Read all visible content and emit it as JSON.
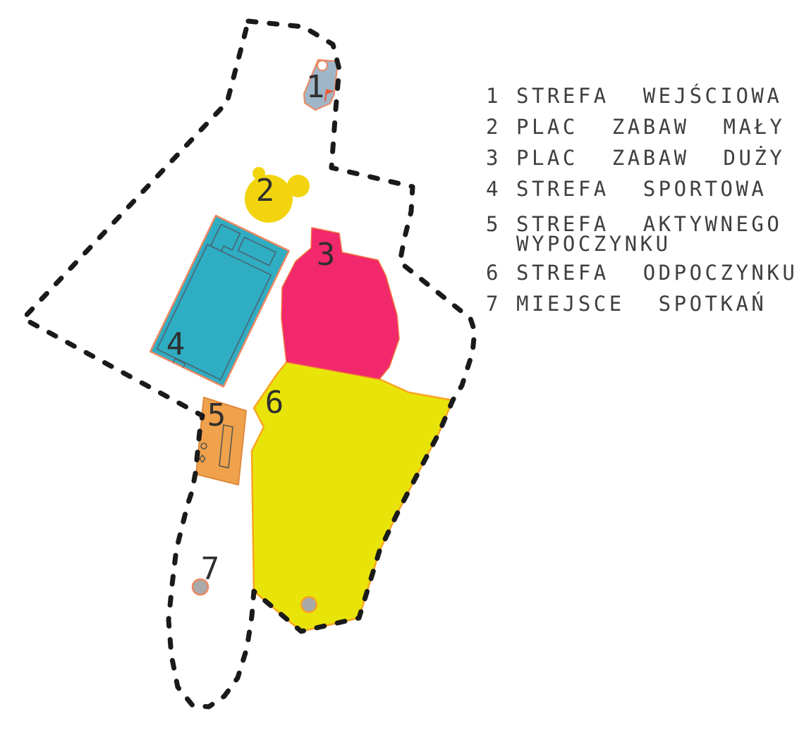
{
  "legend": {
    "text_color": "#3f3f3f",
    "items": [
      {
        "number": "1",
        "label": "STREFA WEJŚCIOWA"
      },
      {
        "number": "2",
        "label": "PLAC ZABAW MAŁY"
      },
      {
        "number": "3",
        "label": "PLAC ZABAW DUŻY"
      },
      {
        "number": "4",
        "label": "STREFA SPORTOWA"
      },
      {
        "number": "5",
        "label": "STREFA AKTYWNEGO",
        "label_line2": "WYPOCZYNKU"
      },
      {
        "number": "6",
        "label": "STREFA ODPOCZYNKU"
      },
      {
        "number": "7",
        "label": "MIEJSCE SPOTKAŃ"
      }
    ]
  },
  "map": {
    "boundary_color": "#1a1a1a",
    "number_color": "#2f2f2f",
    "zones": [
      {
        "number": "1",
        "name": "STREFA WEJŚCIOWA",
        "color": "#9fb6c9",
        "outline": "#ee8660"
      },
      {
        "number": "2",
        "name": "PLAC ZABAW MAŁY",
        "color": "#f2d40e",
        "outline": "#f2d40e"
      },
      {
        "number": "3",
        "name": "PLAC ZABAW DUŻY",
        "color": "#f1286c",
        "outline": "#f4713f"
      },
      {
        "number": "4",
        "name": "STREFA SPORTOWA",
        "color": "#2fadc2",
        "outline": "#ee8660",
        "detail_color": "#4a6474"
      },
      {
        "number": "5",
        "name": "STREFA AKTYWNEGO WYPOCZYNKU",
        "color": "#f0a14c",
        "outline": "#dd8a3f",
        "detail_color": "#5a584c"
      },
      {
        "number": "6",
        "name": "STREFA ODPOCZYNKU",
        "color": "#e8e40a",
        "outline": "#f9a51f"
      },
      {
        "number": "7",
        "name": "MIEJSCE SPOTKAŃ",
        "color": "#a9a9a9",
        "outline": "#ee8660"
      }
    ],
    "markers": {
      "rest_area_dot_color": "#a9a9a9",
      "entrance_dot_color": "#ffffff",
      "flag_color": "#e85c3a"
    }
  }
}
